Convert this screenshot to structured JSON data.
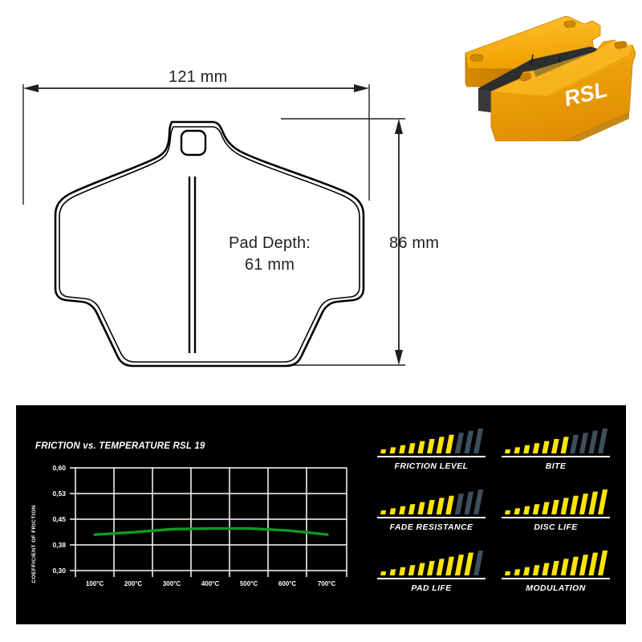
{
  "drawing": {
    "width_dimension": "121 mm",
    "height_dimension": "86 mm",
    "pad_depth": "Pad Depth:\n61 mm",
    "pad_depth_title": "Pad Depth:",
    "pad_depth_value": "61 mm"
  },
  "product": {
    "brand_mark": "RSL",
    "pad_color": "#F2A900",
    "friction_material_color": "#2b2b2b"
  },
  "panel": {
    "background": "#000000",
    "accent_yellow": "#FFE400",
    "inactive_gray": "#3d4f5c",
    "curve_color": "#119922"
  },
  "chart_data": {
    "type": "line",
    "title": "FRICTION vs. TEMPERATURE RSL 19",
    "xlabel": "",
    "ylabel": "COEFFICIENT OF FRICTION",
    "x": [
      100,
      200,
      300,
      400,
      500,
      600,
      700
    ],
    "xtick_labels": [
      "100°C",
      "200°C",
      "300°C",
      "400°C",
      "500°C",
      "600°C",
      "700°C"
    ],
    "ytick_labels": [
      "0,60",
      "0,53",
      "0,45",
      "0,38",
      "0,30"
    ],
    "ytick_values": [
      0.6,
      0.53,
      0.45,
      0.38,
      0.3
    ],
    "ylim": [
      0.3,
      0.6
    ],
    "xlim": [
      50,
      750
    ],
    "grid": true,
    "legend": "none",
    "series": [
      {
        "name": "RSL 19",
        "color": "#119922",
        "values": [
          0.405,
          0.412,
          0.421,
          0.423,
          0.423,
          0.417,
          0.405
        ]
      }
    ]
  },
  "ratings": [
    {
      "label": "FRICTION LEVEL",
      "filled": 8,
      "total": 11
    },
    {
      "label": "BITE",
      "filled": 7,
      "total": 11
    },
    {
      "label": "FADE RESISTANCE",
      "filled": 8,
      "total": 11
    },
    {
      "label": "DISC LIFE",
      "filled": 11,
      "total": 11
    },
    {
      "label": "PAD LIFE",
      "filled": 10,
      "total": 11
    },
    {
      "label": "MODULATION",
      "filled": 11,
      "total": 11
    }
  ]
}
